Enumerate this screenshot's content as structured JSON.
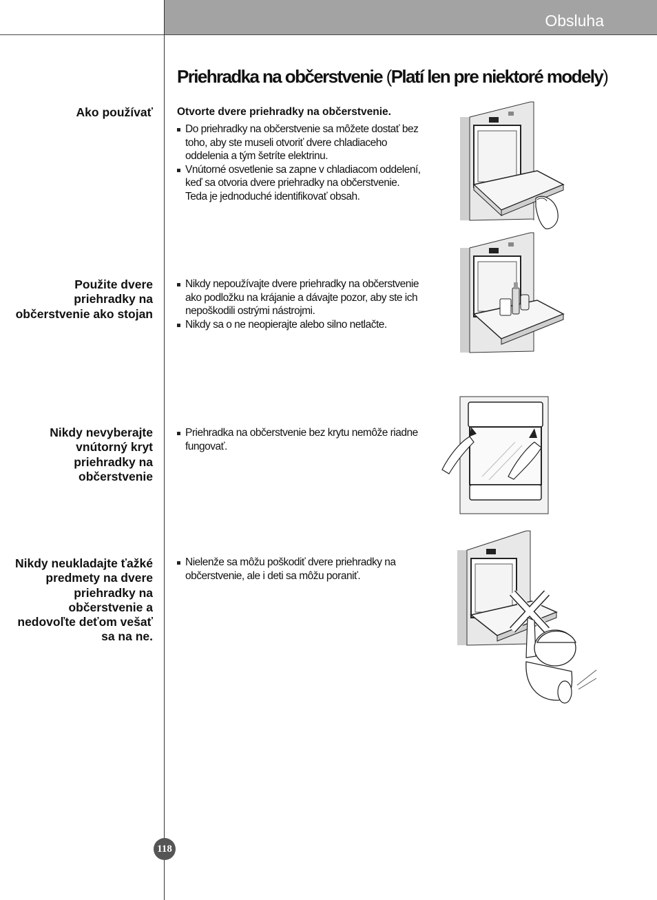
{
  "header": {
    "title": "Obsluha"
  },
  "page_title": {
    "main": "Priehradka na občerstvenie ",
    "open_paren": "(",
    "bold": "Platí len pre niektoré modely",
    "close_paren": ")"
  },
  "sections": [
    {
      "label": "Ako používať",
      "heading": "Otvorte dvere priehradky na občerstvenie.",
      "bullets": [
        "Do priehradky na občerstvenie sa môžete dostať bez toho, aby ste museli otvoriť dvere chladiaceho oddelenia a tým šetríte elektrinu.",
        "Vnútorné osvetlenie sa zapne v chladiacom oddelení, keď sa otvoria dvere priehradky na občerstvenie. Teda je jednoduché identifikovať obsah."
      ]
    },
    {
      "label": "Použite dvere priehradky na občerstvenie ako stojan",
      "bullets": [
        "Nikdy nepoužívajte dvere priehradky na občerstvenie ako podložku na krájanie a dávajte pozor, aby ste ich nepoškodili ostrými nástrojmi.",
        "Nikdy sa o ne neopierajte alebo silno netlačte."
      ]
    },
    {
      "label": "Nikdy nevyberajte vnútorný kryt priehradky na občerstvenie",
      "bullets": [
        "Priehradka na občerstvenie bez krytu nemôže riadne fungovať."
      ]
    },
    {
      "label": "Nikdy neukladajte ťažké predmety na dvere priehradky na občerstvenie a nedovoľte deťom vešať sa na ne.",
      "bullets": [
        "Nielenže sa môžu poškodiť dvere priehradky na občerstvenie, ale i deti sa môžu poraniť."
      ]
    }
  ],
  "page_number": "118"
}
